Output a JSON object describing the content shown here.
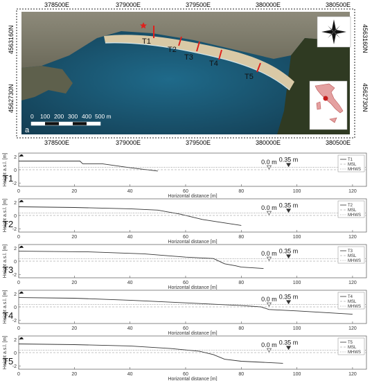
{
  "map": {
    "panel_label": "a",
    "x_ticks": [
      "378500E",
      "379000E",
      "379500E",
      "380000E",
      "380500E"
    ],
    "y_ticks_left": [
      "4563160N",
      "4562730N"
    ],
    "y_ticks_right": [
      "4563160N",
      "4562730N"
    ],
    "scalebar_labels": [
      "0",
      "100",
      "200",
      "300",
      "400",
      "500 m"
    ],
    "transects": [
      "T1",
      "T2",
      "T3",
      "T4",
      "T5"
    ],
    "compass": "north-arrow-icon",
    "inset": "italy-locator-map",
    "colors": {
      "sea": "#1e5a78",
      "beach": "#d9c9a6",
      "transect": "#e0201c",
      "star": "#e0201c"
    }
  },
  "profiles": {
    "ylabel": "Height a.s.l. [m]",
    "xlabel": "Horizontal distance [m]",
    "x_ticks": [
      "0",
      "20",
      "40",
      "60",
      "80",
      "100",
      "120"
    ],
    "y_ticks": [
      "2",
      "0",
      "-2"
    ],
    "marker_msl": "0.0 m",
    "marker_mhws": "0.35 m",
    "legend_msl": "MSL",
    "legend_mhws": "MHWS"
  },
  "chart_data": [
    {
      "type": "line",
      "label": "T1",
      "xlim": [
        0,
        125
      ],
      "ylim": [
        -2.5,
        2.5
      ],
      "series": [
        {
          "name": "T1",
          "x": [
            0,
            22,
            23,
            30,
            40,
            50
          ],
          "y": [
            1.3,
            1.3,
            0.9,
            0.9,
            0.3,
            -0.2
          ]
        },
        {
          "name": "MSL",
          "x": [
            0,
            125
          ],
          "y": [
            0,
            0
          ]
        },
        {
          "name": "MHWS",
          "x": [
            0,
            125
          ],
          "y": [
            0.35,
            0.35
          ]
        }
      ],
      "markers": {
        "msl_x": 90,
        "mhws_x": 97
      }
    },
    {
      "type": "line",
      "label": "T2",
      "xlim": [
        0,
        125
      ],
      "ylim": [
        -2.5,
        2.5
      ],
      "series": [
        {
          "name": "T2",
          "x": [
            0,
            20,
            40,
            50,
            58,
            62,
            66,
            72,
            80
          ],
          "y": [
            1.3,
            1.2,
            1.0,
            0.8,
            0.2,
            -0.2,
            -0.6,
            -1.0,
            -1.5
          ]
        },
        {
          "name": "MSL",
          "x": [
            0,
            125
          ],
          "y": [
            0,
            0
          ]
        },
        {
          "name": "MHWS",
          "x": [
            0,
            125
          ],
          "y": [
            0.35,
            0.35
          ]
        }
      ],
      "markers": {
        "msl_x": 90,
        "mhws_x": 97
      }
    },
    {
      "type": "line",
      "label": "T3",
      "xlim": [
        0,
        125
      ],
      "ylim": [
        -2.5,
        2.5
      ],
      "series": [
        {
          "name": "T3",
          "x": [
            0,
            25,
            45,
            60,
            70,
            74,
            78,
            80,
            88
          ],
          "y": [
            1.5,
            1.4,
            1.1,
            0.6,
            0.4,
            -0.4,
            -0.7,
            -0.9,
            -1.1
          ]
        },
        {
          "name": "MSL",
          "x": [
            0,
            125
          ],
          "y": [
            0,
            0
          ]
        },
        {
          "name": "MHWS",
          "x": [
            0,
            125
          ],
          "y": [
            0.35,
            0.35
          ]
        }
      ],
      "markers": {
        "msl_x": 90,
        "mhws_x": 97
      }
    },
    {
      "type": "line",
      "label": "T4",
      "xlim": [
        0,
        125
      ],
      "ylim": [
        -2.5,
        2.5
      ],
      "series": [
        {
          "name": "T4",
          "x": [
            0,
            20,
            40,
            60,
            80,
            87,
            90,
            100,
            120
          ],
          "y": [
            1.4,
            1.3,
            1.0,
            0.6,
            0.2,
            0,
            -0.4,
            -0.6,
            -1.1
          ]
        },
        {
          "name": "MSL",
          "x": [
            0,
            125
          ],
          "y": [
            0,
            0
          ]
        },
        {
          "name": "MHWS",
          "x": [
            0,
            125
          ],
          "y": [
            0.35,
            0.35
          ]
        }
      ],
      "markers": {
        "msl_x": 90,
        "mhws_x": 97
      }
    },
    {
      "type": "line",
      "label": "T5",
      "xlim": [
        0,
        125
      ],
      "ylim": [
        -2.5,
        2.5
      ],
      "series": [
        {
          "name": "T5",
          "x": [
            0,
            20,
            40,
            55,
            65,
            70,
            74,
            80,
            95
          ],
          "y": [
            1.3,
            1.2,
            1.0,
            0.6,
            0.2,
            -0.3,
            -1.0,
            -1.3,
            -1.6
          ]
        },
        {
          "name": "MSL",
          "x": [
            0,
            125
          ],
          "y": [
            0,
            0
          ]
        },
        {
          "name": "MHWS",
          "x": [
            0,
            125
          ],
          "y": [
            0.35,
            0.35
          ]
        }
      ],
      "markers": {
        "msl_x": 90,
        "mhws_x": 97
      }
    }
  ]
}
